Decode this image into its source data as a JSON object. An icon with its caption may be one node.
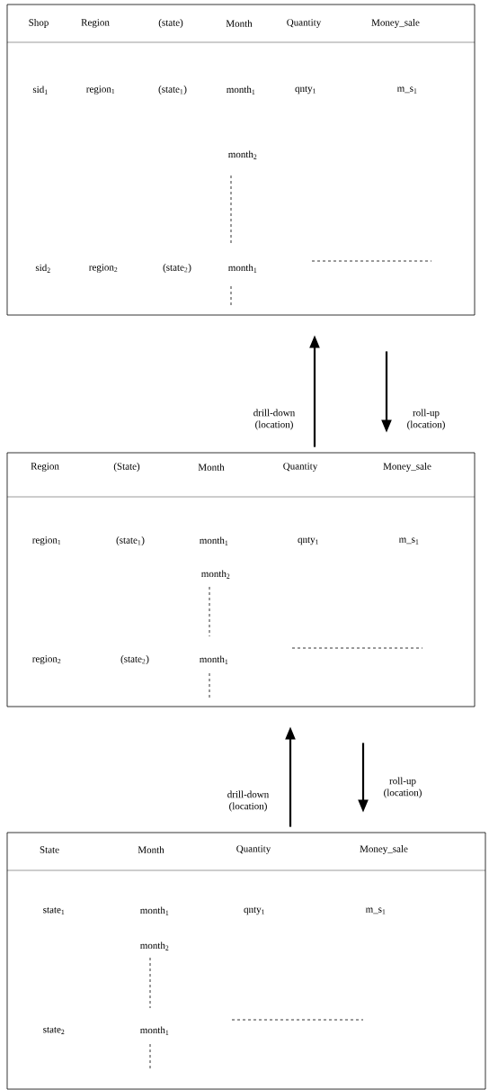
{
  "diagram": {
    "nodes": [
      {
        "text": [
          "Shop",
          "Region",
          "(state)",
          "Month",
          "Quantity",
          "Money_sale",
          "sid$_{1}$",
          "region$_{1}$",
          "(state$_{1}$)",
          "month$_{1}$",
          "qnty$_{1}$",
          "m_s$_{1}$",
          "month$_{2}$",
          "sid$_{2}$",
          "region$_{2}$",
          "(state$_{2}$)",
          "month$_{1}$"
        ]
      },
      {
        "text": [
          "Region",
          "(State)",
          "Month",
          "Quantity",
          "Money_sale",
          "region$_{1}$",
          "(state$_{1}$)",
          "month$_{1}$",
          "qnty$_{1}$",
          "m_s$_{1}$",
          "month$_{2}$",
          "region$_{2}$",
          "(state$_{2}$)",
          "month$_{1}$"
        ]
      },
      {
        "text": [
          "State",
          "Month",
          "Quantity",
          "Money_sale",
          "state$_{1}$",
          "month$_{1}$",
          "qnty$_{1}$",
          "m_s$_{1}$",
          "month$_{2}$",
          "state$_{2}$",
          "month$_{1}$"
        ]
      }
    ],
    "edges": [
      {
        "from": 1,
        "to": 0,
        "arrow": "to",
        "label": "drill-down (location)"
      },
      {
        "from": 0,
        "to": 1,
        "arrow": "to",
        "label": "roll-up (location)"
      },
      {
        "from": 2,
        "to": 1,
        "arrow": "to",
        "label": "drill-down (location)"
      },
      {
        "from": 1,
        "to": 2,
        "arrow": "to",
        "label": "roll-up (location)"
      }
    ]
  }
}
